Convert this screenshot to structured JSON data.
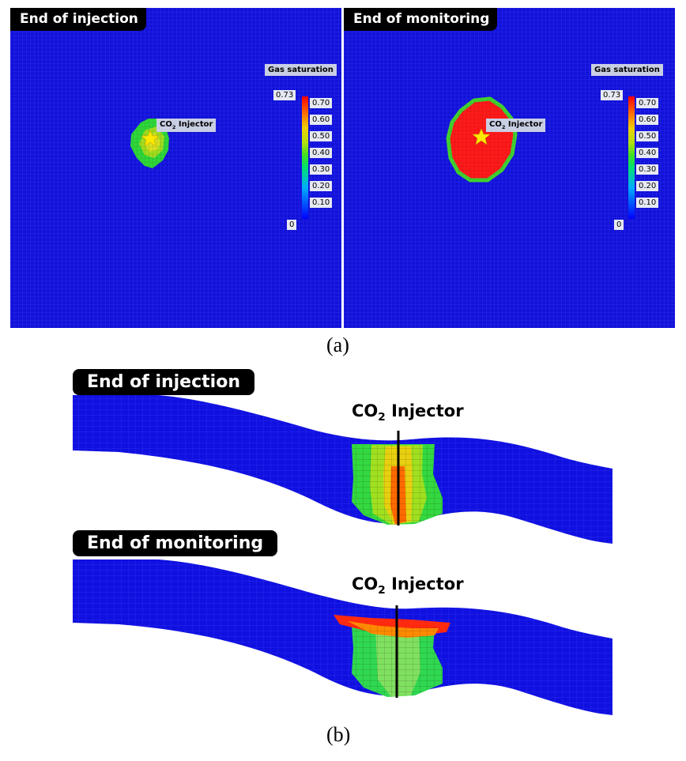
{
  "top": {
    "left_title": "End of injection",
    "right_title": "End of monitoring",
    "legend_title": "Gas saturation",
    "legend_max": "0.73",
    "legend_min": "0",
    "legend_ticks": [
      "0.70",
      "0.60",
      "0.50",
      "0.40",
      "0.30",
      "0.20",
      "0.10"
    ],
    "injector_prefix": "CO",
    "injector_sub": "2",
    "injector_suffix": " Injector",
    "caption": "(a)"
  },
  "bottom": {
    "top_title": "End of injection",
    "bottom_title": "End of monitoring",
    "injector_prefix": "CO",
    "injector_sub": "2",
    "injector_suffix": " Injector",
    "caption": "(b)"
  },
  "colors": {
    "background_grid": "#1010dd",
    "grid_line": "#2a2af0",
    "colorbar": [
      "#0000ff",
      "#00aaff",
      "#00e070",
      "#40e020",
      "#b0e010",
      "#f0d000",
      "#ff6000",
      "#ff0000"
    ]
  }
}
